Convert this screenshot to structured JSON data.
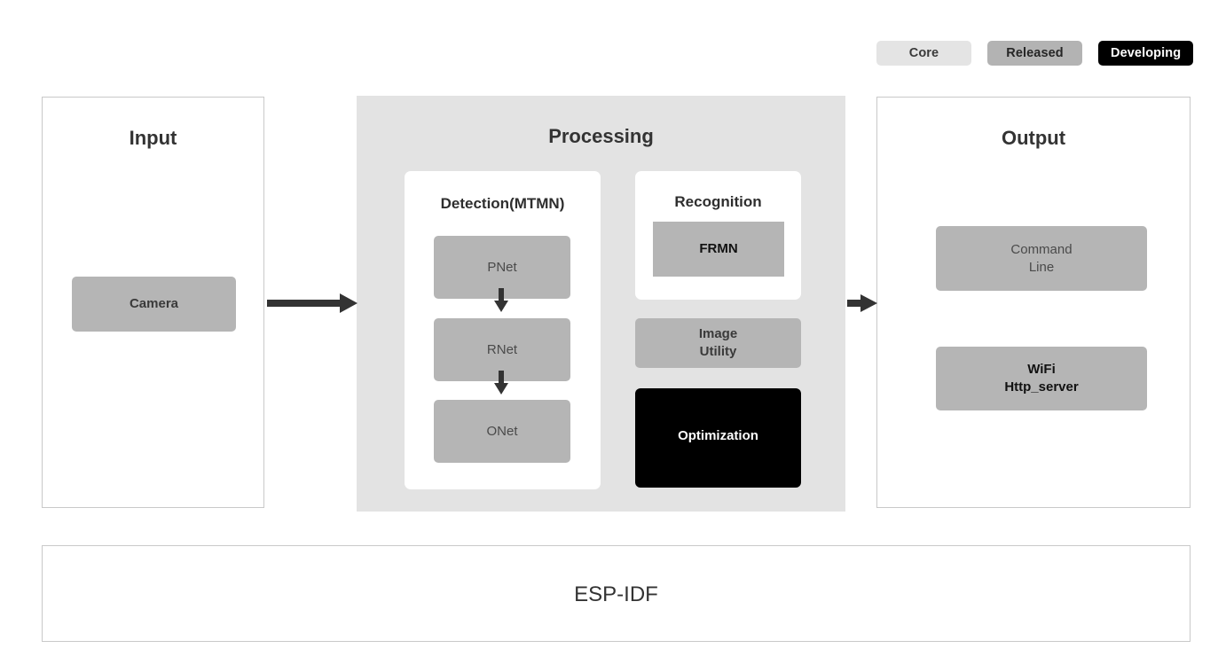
{
  "legend": {
    "items": [
      {
        "id": "core",
        "label": "Core",
        "color": "#e4e4e4"
      },
      {
        "id": "released",
        "label": "Released",
        "color": "#b3b3b3"
      },
      {
        "id": "developing",
        "label": "Developing",
        "color": "#000000"
      }
    ]
  },
  "panels": {
    "input": {
      "title": "Input",
      "nodes": [
        {
          "id": "camera",
          "label": "Camera",
          "status": "released"
        }
      ]
    },
    "processing": {
      "title": "Processing",
      "groups": [
        {
          "id": "detection",
          "title": "Detection(MTMN)",
          "status": "core",
          "nodes": [
            {
              "id": "pnet",
              "label": "PNet",
              "status": "released"
            },
            {
              "id": "rnet",
              "label": "RNet",
              "status": "released"
            },
            {
              "id": "onet",
              "label": "ONet",
              "status": "released"
            }
          ]
        },
        {
          "id": "recognition",
          "title": "Recognition",
          "status": "core",
          "nodes": [
            {
              "id": "frmn",
              "label": "FRMN",
              "status": "released"
            }
          ]
        }
      ],
      "nodes": [
        {
          "id": "image-utility",
          "label": "Image\nUtility",
          "status": "released"
        },
        {
          "id": "optimization",
          "label": "Optimization",
          "status": "developing"
        }
      ]
    },
    "output": {
      "title": "Output",
      "nodes": [
        {
          "id": "command-line",
          "label": "Command\nLine",
          "status": "released"
        },
        {
          "id": "wifi-http",
          "label": "WiFi\nHttp_server",
          "status": "released"
        }
      ]
    },
    "foundation": {
      "title": "ESP-IDF"
    }
  },
  "flow": {
    "arrows": [
      {
        "id": "input-to-processing",
        "from": "input",
        "to": "processing",
        "direction": "right"
      },
      {
        "id": "processing-to-output",
        "from": "processing",
        "to": "output",
        "direction": "right"
      },
      {
        "id": "pnet-to-rnet",
        "from": "pnet",
        "to": "rnet",
        "direction": "down"
      },
      {
        "id": "rnet-to-onet",
        "from": "rnet",
        "to": "onet",
        "direction": "down"
      }
    ]
  },
  "colors": {
    "background": "#ffffff",
    "panel_fill": "#e3e3e3",
    "panel_border": "#c9c9c9",
    "node_released": "#b5b5b5",
    "node_developing": "#000000",
    "node_core": "#ffffff",
    "arrow": "#333333",
    "text": "#333333"
  }
}
